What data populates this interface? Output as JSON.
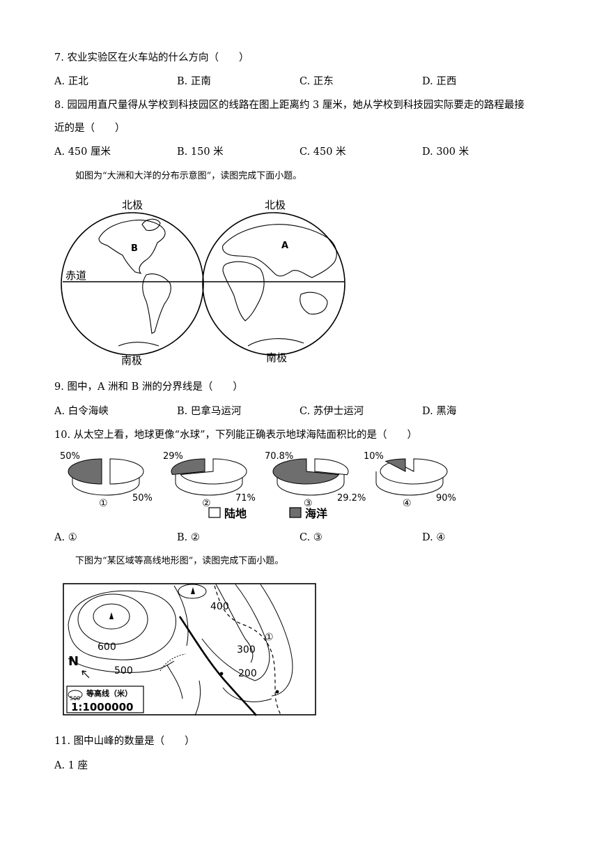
{
  "q7": {
    "stem": "7. 农业实验区在火车站的什么方向（　　）",
    "options": [
      "A. 正北",
      "B. 正南",
      "C. 正东",
      "D. 正西"
    ]
  },
  "q8": {
    "stem_line1": "8. 园园用直尺量得从学校到科技园区的线路在图上距离约 3 厘米，她从学校到科技园实际要走的路程最接",
    "stem_line2": "近的是（　　）",
    "options": [
      "A. 450 厘米",
      "B. 150 米",
      "C. 450 米",
      "D. 300 米"
    ]
  },
  "intro_map1": "如图为“大洲和大洋的分布示意图”，读图完成下面小题。",
  "globe_map": {
    "north_left": "北极",
    "north_right": "北极",
    "south_left": "南极",
    "south_right": "南极",
    "equator": "赤道",
    "label_a": "A",
    "label_b": "B"
  },
  "q9": {
    "stem": "9. 图中，A 洲和 B 洲的分界线是（　　）",
    "options": [
      "A. 白令海峡",
      "B. 巴拿马运河",
      "C. 苏伊士运河",
      "D. 黑海"
    ]
  },
  "q10": {
    "stem": "10. 从太空上看，地球更像“水球”，下列能正确表示地球海陆面积比的是（　　）",
    "options": [
      "A. ①",
      "B. ②",
      "C. ③",
      "D. ④"
    ]
  },
  "pies": [
    {
      "num": "①",
      "land_label": "50%",
      "ocean_label": "50%",
      "land_fraction": 0.5
    },
    {
      "num": "②",
      "land_label": "71%",
      "ocean_label": "29%",
      "land_fraction": 0.71
    },
    {
      "num": "③",
      "land_label": "29.2%",
      "ocean_label": "70.8%",
      "land_fraction": 0.292
    },
    {
      "num": "④",
      "land_label": "90%",
      "ocean_label": "10%",
      "land_fraction": 0.9
    }
  ],
  "pie_legend": {
    "land": "陆地",
    "ocean": "海洋"
  },
  "colors": {
    "ocean": "#6e6e6e",
    "land": "#ffffff"
  },
  "intro_map2": "下图为“某区域等高线地形图”，读图完成下面小题。",
  "contour_map": {
    "labels": [
      "400",
      "300",
      "200",
      "600",
      "500"
    ],
    "north": "N",
    "marker": "①",
    "legend_sample": "500",
    "legend_text": "等高线（米）",
    "scale": "1:1000000"
  },
  "q11": {
    "stem": "11. 图中山峰的数量是（　　）",
    "options": [
      "A. 1 座"
    ]
  }
}
